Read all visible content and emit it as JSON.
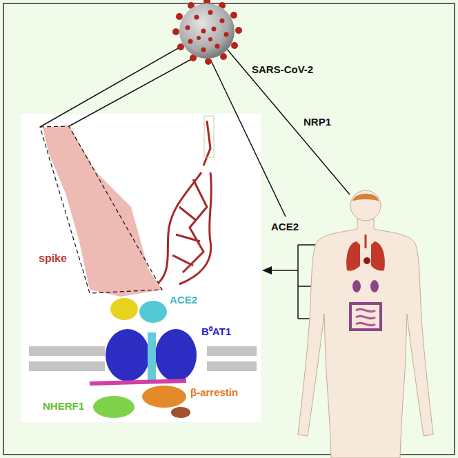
{
  "diagram": {
    "labels": [
      "SARS-CoV-2",
      "NRP1",
      "ACE2",
      "spike",
      "ACE2",
      "B⁰AT1",
      "NHERF1",
      "β-arrestin"
    ]
  }
}
